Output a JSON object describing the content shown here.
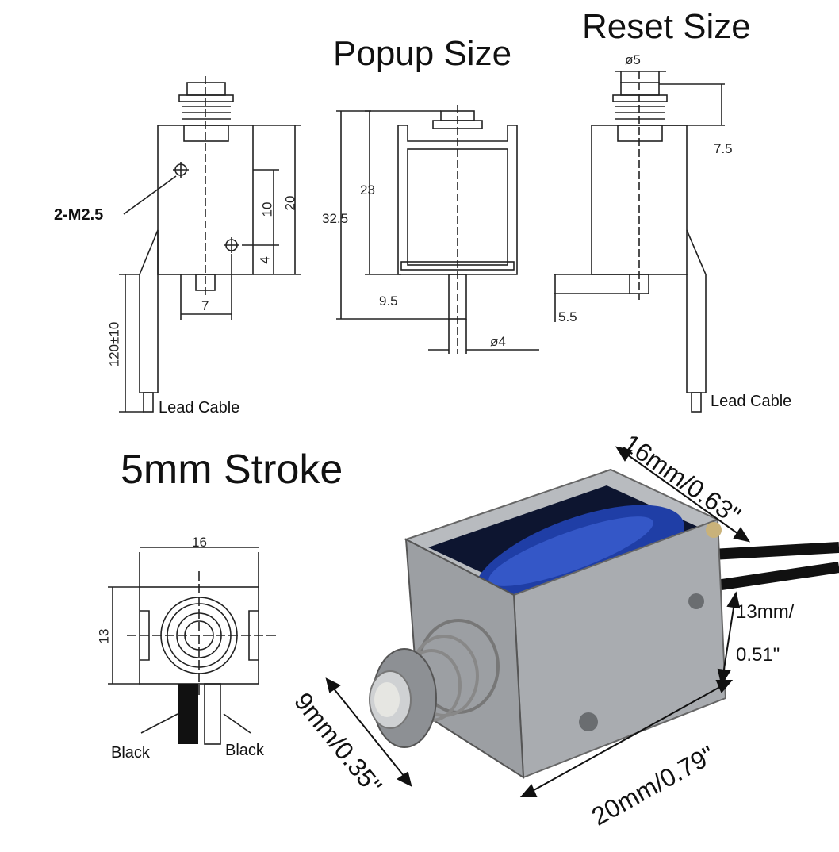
{
  "titles": {
    "popup": "Popup Size",
    "reset": "Reset Size",
    "stroke": "5mm Stroke"
  },
  "labels": {
    "lead_cable_left": "Lead Cable",
    "lead_cable_right": "Lead Cable",
    "thread": "2-M2.5",
    "black_left": "Black",
    "black_right": "Black"
  },
  "dims_front": {
    "d20": "20",
    "d10": "10",
    "d4": "4",
    "d7": "7",
    "cable": "120±10"
  },
  "dims_popup": {
    "d32_5": "32.5",
    "d23": "23",
    "d9_5": "9.5",
    "dia4": "ø4"
  },
  "dims_reset": {
    "dia5": "ø5",
    "d7_5": "7.5",
    "d5_5": "5.5"
  },
  "dims_end": {
    "d16": "16",
    "d13": "13"
  },
  "photo_dims": {
    "depth": "16mm/0.63\"",
    "height_1": "13mm/",
    "height_2": "0.51\"",
    "width": "20mm/0.79\"",
    "plunger": "9mm/0.35\""
  },
  "colors": {
    "coil": "#1f3ea6",
    "steel": "#a9acb0",
    "line": "#222222"
  }
}
